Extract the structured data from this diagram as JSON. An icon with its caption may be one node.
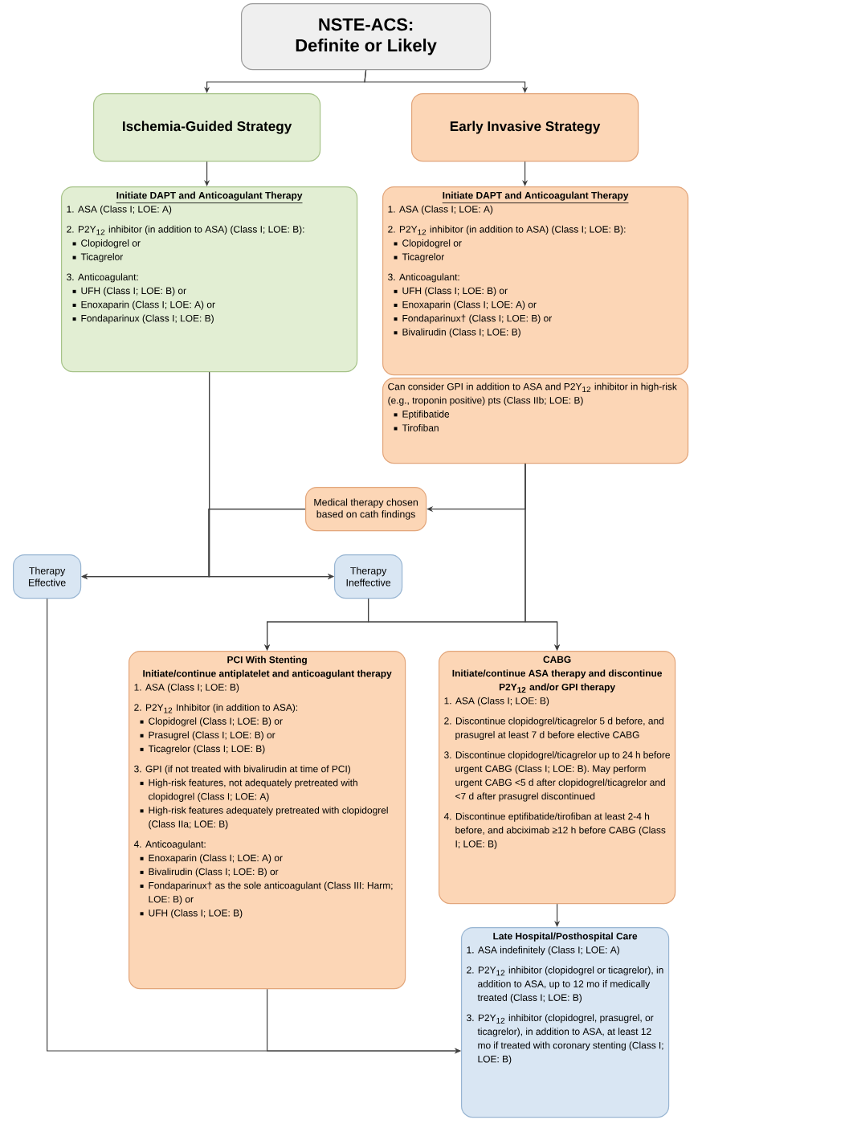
{
  "diagram": {
    "nodes": [
      {
        "text": [
          "NSTE-ACS: Definite or Likely"
        ]
      },
      {
        "text": [
          "Ischemia-Guided Strategy"
        ]
      },
      {
        "text": [
          "Early Invasive Strategy"
        ]
      },
      {
        "text": [
          "Initiate DAPT and Anticoagulant Therapy",
          "1. ASA (Class I; LOE: A)",
          "2. P2Y$_{12}$ inhibitor (in addition to ASA) (Class I; LOE: B):",
          "Clopidogrel or",
          "Ticagrelor",
          "3. Anticoagulant:",
          "UFH (Class I; LOE: B) or",
          "Enoxaparin (Class I; LOE: A) or",
          "Fondaparinux (Class I; LOE: B)"
        ]
      },
      {
        "text": [
          "Initiate DAPT and Anticoagulant Therapy",
          "1. ASA (Class I; LOE: A)",
          "2. P2Y$_{12}$ inhibitor (in addition to ASA) (Class I; LOE: B):",
          "Clopidogrel or",
          "Ticagrelor",
          "3. Anticoagulant:",
          "UFH (Class I; LOE: B) or",
          "Enoxaparin (Class I; LOE: A) or",
          "Fondaparinux† (Class I; LOE: B) or",
          "Bivalirudin (Class I; LOE: B)"
        ]
      },
      {
        "text": [
          "Can consider GPI in addition to ASA and P2Y$_{12}$ inhibitor in high-risk (e.g., troponin positive) pts (Class IIb; LOE: B)",
          "Eptifibatide",
          "Tirofiban"
        ]
      },
      {
        "text": [
          "Medical therapy chosen based on cath findings"
        ]
      },
      {
        "text": [
          "Therapy Effective"
        ]
      },
      {
        "text": [
          "Therapy Ineffective"
        ]
      },
      {
        "text": [
          "PCI With Stenting",
          "Initiate/continue antiplatelet and anticoagulant therapy",
          "1. ASA (Class I; LOE: B)",
          "2. P2Y$_{12}$ Inhibitor (in addition to ASA):",
          "Clopidogrel (Class I; LOE: B) or",
          "Prasugrel (Class I; LOE: B) or",
          "Ticagrelor (Class I; LOE: B)",
          "3. GPI (if not treated with bivalirudin at time of PCI)",
          "High-risk features, not adequately pretreated with clopidogrel (Class I; LOE: A)",
          "High-risk features adequately pretreated with clopidogrel (Class IIa; LOE: B)",
          "4. Anticoagulant:",
          "Enoxaparin (Class I; LOE: A) or",
          "Bivalirudin (Class I; LOE: B) or",
          "Fondaparinux† as the sole anticoagulant (Class III: Harm; LOE: B) or",
          "UFH (Class I; LOE: B)"
        ]
      },
      {
        "text": [
          "CABG",
          "Initiate/continue ASA therapy and discontinue P2Y$_{12}$ and/or GPI therapy",
          "1. ASA (Class I; LOE: B)",
          "2. Discontinue clopidogrel/ticagrelor 5 d before, and prasugrel at least 7 d before elective CABG",
          "3. Discontinue clopidogrel/ticagrelor up to 24 h before urgent CABG (Class I; LOE: B). May perform urgent CABG <5 d after clopidogrel/ticagrelor and <7 d after prasugrel discontinued",
          "4. Discontinue eptifibatide/tirofiban at least 2-4 h before, and abciximab ≥12 h before CABG (Class I; LOE: B)"
        ]
      },
      {
        "text": [
          "Late Hospital/Posthospital Care",
          "1. ASA indefinitely (Class I; LOE: A)",
          "2. P2Y$_{12}$ inhibitor (clopidogrel or ticagrelor), in addition to ASA, up to 12 mo if medically treated (Class I; LOE: B)",
          "3. P2Y$_{12}$ inhibitor (clopidogrel, prasugrel, or ticagrelor), in addition to ASA, at least 12 mo if treated with coronary stenting (Class I; LOE: B)"
        ]
      }
    ],
    "edges": [
      {
        "from": 0,
        "to": 1,
        "arrow": "to"
      },
      {
        "from": 0,
        "to": 2,
        "arrow": "to"
      },
      {
        "from": 1,
        "to": 3,
        "arrow": "to"
      },
      {
        "from": 2,
        "to": 4,
        "arrow": "to"
      },
      {
        "from": 3,
        "to": 7,
        "arrow": "to"
      },
      {
        "from": 3,
        "to": 8,
        "arrow": "to"
      },
      {
        "from": 6,
        "to": 7,
        "arrow": "to"
      },
      {
        "from": 6,
        "to": 8,
        "arrow": "to"
      },
      {
        "from": 5,
        "to": 6,
        "arrow": "to"
      },
      {
        "from": 5,
        "to": 9,
        "arrow": "to"
      },
      {
        "from": 5,
        "to": 10,
        "arrow": "to"
      },
      {
        "from": 8,
        "to": 9,
        "arrow": "to"
      },
      {
        "from": 8,
        "to": 10,
        "arrow": "to"
      },
      {
        "from": 7,
        "to": 11,
        "arrow": "to"
      },
      {
        "from": 9,
        "to": 11,
        "arrow": "to"
      },
      {
        "from": 10,
        "to": 11,
        "arrow": "to"
      }
    ]
  }
}
